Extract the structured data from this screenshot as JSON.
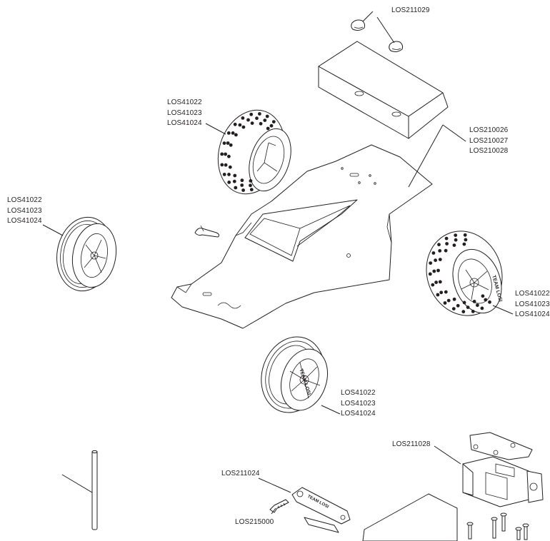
{
  "callouts": {
    "rear_bumper_screws": [
      "LOS211029"
    ],
    "rear_wing": [
      "LOS210026",
      "LOS210027",
      "LOS210028"
    ],
    "wheel_rear_left": [
      "LOS41022",
      "LOS41023",
      "LOS41024"
    ],
    "wheel_front_left": [
      "LOS41022",
      "LOS41023",
      "LOS41024"
    ],
    "wheel_rear_right": [
      "LOS41022",
      "LOS41023",
      "LOS41024"
    ],
    "wheel_front_right": [
      "LOS41022",
      "LOS41023",
      "LOS41024"
    ],
    "servo_saver": [
      "LOS211024"
    ],
    "servo_screw": [
      "LOS215000"
    ],
    "servo_mount": [
      "LOS211028"
    ]
  },
  "wheel_branding": {
    "front": "TEAM LOSI",
    "rear": "TEAM LOSI",
    "servo_arm": "TEAM LOSI"
  }
}
